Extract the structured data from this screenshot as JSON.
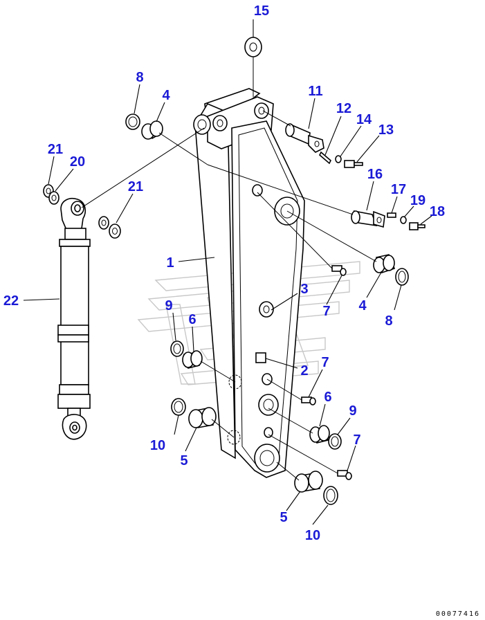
{
  "callouts": [
    {
      "id": "c15",
      "label": "15"
    },
    {
      "id": "c8a",
      "label": "8"
    },
    {
      "id": "c4a",
      "label": "4"
    },
    {
      "id": "c11",
      "label": "11"
    },
    {
      "id": "c12",
      "label": "12"
    },
    {
      "id": "c14",
      "label": "14"
    },
    {
      "id": "c13",
      "label": "13"
    },
    {
      "id": "c21a",
      "label": "21"
    },
    {
      "id": "c20",
      "label": "20"
    },
    {
      "id": "c21b",
      "label": "21"
    },
    {
      "id": "c16",
      "label": "16"
    },
    {
      "id": "c17",
      "label": "17"
    },
    {
      "id": "c19",
      "label": "19"
    },
    {
      "id": "c18",
      "label": "18"
    },
    {
      "id": "c1",
      "label": "1"
    },
    {
      "id": "c3",
      "label": "3"
    },
    {
      "id": "c7a",
      "label": "7"
    },
    {
      "id": "c4b",
      "label": "4"
    },
    {
      "id": "c8b",
      "label": "8"
    },
    {
      "id": "c22",
      "label": "22"
    },
    {
      "id": "c9a",
      "label": "9"
    },
    {
      "id": "c6a",
      "label": "6"
    },
    {
      "id": "c2",
      "label": "2"
    },
    {
      "id": "c7b",
      "label": "7"
    },
    {
      "id": "c6b",
      "label": "6"
    },
    {
      "id": "c9b",
      "label": "9"
    },
    {
      "id": "c10a",
      "label": "10"
    },
    {
      "id": "c5a",
      "label": "5"
    },
    {
      "id": "c7c",
      "label": "7"
    },
    {
      "id": "c5b",
      "label": "5"
    },
    {
      "id": "c10b",
      "label": "10"
    }
  ],
  "document_number": "00077416",
  "colors": {
    "callout": "#1a1ad6",
    "line": "#000000",
    "watermark": "#c8c8c8"
  }
}
